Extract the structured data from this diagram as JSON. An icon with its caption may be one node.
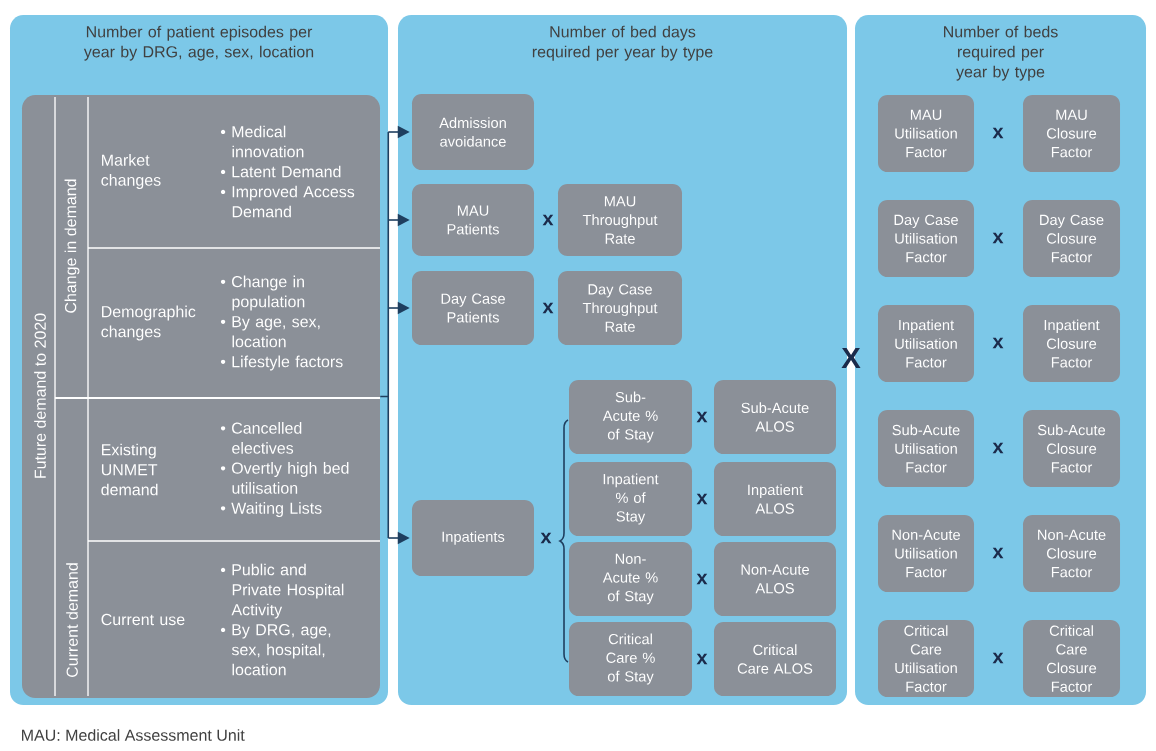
{
  "diagram": {
    "caption": "MAU: Medical Assessment Unit",
    "nodes": [
      {
        "text": [
          "Number of patient episodes per year by DRG, age, sex, location"
        ]
      },
      {
        "text": [
          "Future demand to 2020"
        ],
        "in": 0
      },
      {
        "text": [
          "Change in demand"
        ],
        "in": 1
      },
      {
        "text": [
          "Market changes",
          "• Medical innovation",
          "• Latent Demand",
          "• Improved Access Demand"
        ],
        "in": 1
      },
      {
        "text": [
          "Demographic changes",
          "• Change in population",
          "• By age, sex, location",
          "• Lifestyle factors"
        ],
        "in": 1
      },
      {
        "text": [
          "Current demand"
        ],
        "in": 1
      },
      {
        "text": [
          "Existing UNMET demand",
          "• Cancelled electives",
          "• Overtly high bed utilisation",
          "• Waiting Lists"
        ],
        "in": 1
      },
      {
        "text": [
          "Current use",
          "• Public and Private Hospital Activity",
          "• By DRG, age, sex, hospital, location"
        ],
        "in": 1
      },
      {
        "text": [
          "Number of bed days required per year by type"
        ]
      },
      {
        "text": [
          "Admission avoidance"
        ],
        "in": 8
      },
      {
        "text": [
          "MAU Patients"
        ],
        "in": 8
      },
      {
        "text": [
          "MAU Throughput Rate"
        ],
        "in": 8
      },
      {
        "text": [
          "Day Case Patients"
        ],
        "in": 8
      },
      {
        "text": [
          "Day Case Throughput Rate"
        ],
        "in": 8
      },
      {
        "text": [
          "Inpatients"
        ],
        "in": 8
      },
      {
        "text": [
          "Sub-Acute % of Stay"
        ],
        "in": 8
      },
      {
        "text": [
          "Sub-Acute ALOS"
        ],
        "in": 8
      },
      {
        "text": [
          "Inpatient % of Stay"
        ],
        "in": 8
      },
      {
        "text": [
          "Inpatient ALOS"
        ],
        "in": 8
      },
      {
        "text": [
          "Non-Acute % of Stay"
        ],
        "in": 8
      },
      {
        "text": [
          "Non-Acute ALOS"
        ],
        "in": 8
      },
      {
        "text": [
          "Critical Care % of Stay"
        ],
        "in": 8
      },
      {
        "text": [
          "Critical Care ALOS"
        ],
        "in": 8
      },
      {
        "text": [
          "Number of beds required per year by type"
        ]
      },
      {
        "text": [
          "MAU Utilisation Factor"
        ],
        "in": 23
      },
      {
        "text": [
          "MAU Closure Factor"
        ],
        "in": 23
      },
      {
        "text": [
          "Day Case Utilisation Factor"
        ],
        "in": 23
      },
      {
        "text": [
          "Day Case Closure Factor"
        ],
        "in": 23
      },
      {
        "text": [
          "Inpatient Utilisation Factor"
        ],
        "in": 23
      },
      {
        "text": [
          "Inpatient Closure Factor"
        ],
        "in": 23
      },
      {
        "text": [
          "Sub-Acute Utilisation Factor"
        ],
        "in": 23
      },
      {
        "text": [
          "Sub-Acute Closure Factor"
        ],
        "in": 23
      },
      {
        "text": [
          "Non-Acute Utilisation Factor"
        ],
        "in": 23
      },
      {
        "text": [
          "Non-Acute Closure Factor"
        ],
        "in": 23
      },
      {
        "text": [
          "Critical Care Utilisation Factor"
        ],
        "in": 23
      },
      {
        "text": [
          "Critical Care Closure Factor"
        ],
        "in": 23
      }
    ],
    "edges": [
      {
        "from": 1,
        "to": 9,
        "arrow": "to"
      },
      {
        "from": 1,
        "to": 10,
        "arrow": "to"
      },
      {
        "from": 1,
        "to": 12,
        "arrow": "to"
      },
      {
        "from": 1,
        "to": 14,
        "arrow": "to"
      }
    ],
    "labels": [
      "x",
      "x",
      "x",
      "x",
      "x",
      "x",
      "x",
      "X",
      "x",
      "x",
      "x",
      "x",
      "x",
      "x"
    ]
  }
}
